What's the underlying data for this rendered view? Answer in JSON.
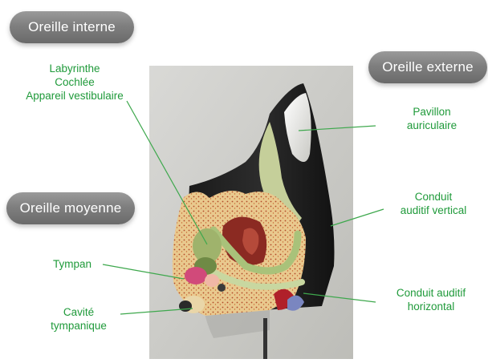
{
  "sections": {
    "inner": "Oreille interne",
    "middle": "Oreille moyenne",
    "outer": "Oreille externe"
  },
  "labels": {
    "labyrinthe": [
      "Labyrinthe",
      "Cochlée",
      "Appareil vestibulaire"
    ],
    "tympan": "Tympan",
    "cavite": [
      "Cavité",
      "tympanique"
    ],
    "pavillon": [
      "Pavillon",
      "auriculaire"
    ],
    "conduit_vertical": [
      "Conduit",
      "auditif vertical"
    ],
    "conduit_horizontal": [
      "Conduit auditif",
      "horizontal"
    ]
  },
  "colors": {
    "label_green": "#1f9a3a",
    "badge_gray": "#7f7f7f"
  }
}
